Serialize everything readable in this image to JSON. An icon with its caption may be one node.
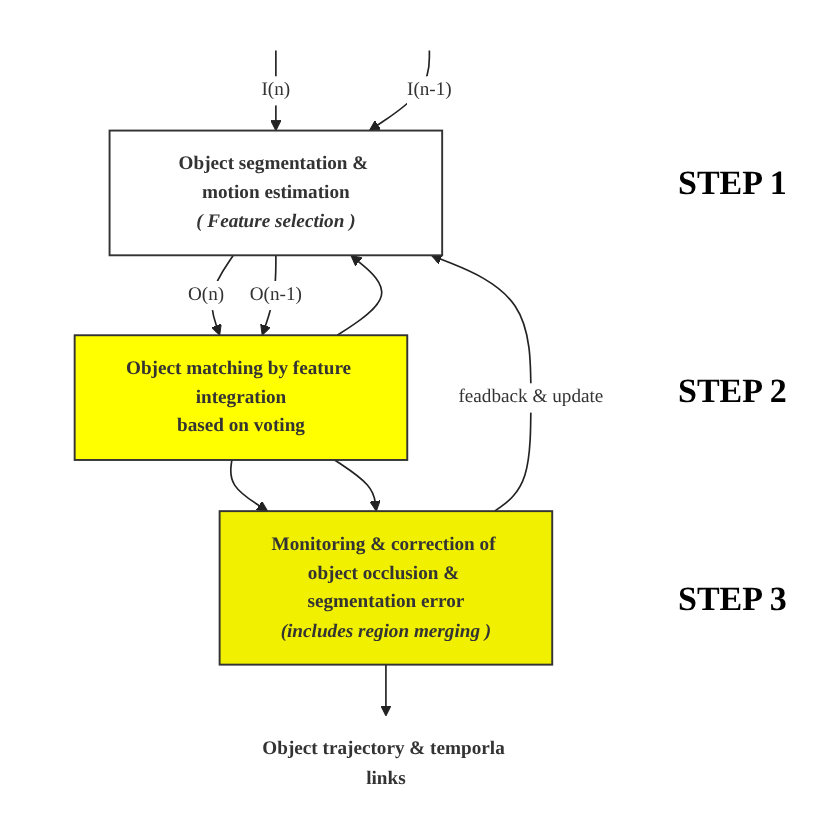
{
  "diagram": {
    "nodes": [
      {
        "text": [
          "Object segmentation & motion estimation",
          "( Feature selection )"
        ]
      },
      {
        "text": [
          "Object matching by feature integration",
          "based on voting"
        ]
      },
      {
        "text": [
          "Monitoring & correction of object occlusion & segmentation error",
          "(includes region merging )"
        ]
      },
      {
        "text": [
          "Object trajectory & temporla links"
        ]
      }
    ],
    "edges": [
      {
        "from": null,
        "to": 0,
        "arrow": "to",
        "label": "I(n)"
      },
      {
        "from": null,
        "to": 0,
        "arrow": "to",
        "label": "I(n-1)"
      },
      {
        "from": 0,
        "to": 1,
        "arrow": "to",
        "label": "O(n)"
      },
      {
        "from": 0,
        "to": 1,
        "arrow": "to",
        "label": "O(n-1)"
      },
      {
        "from": 1,
        "to": 2,
        "arrow": "to"
      },
      {
        "from": 1,
        "to": 2,
        "arrow": "to"
      },
      {
        "from": 2,
        "to": 3,
        "arrow": "to"
      },
      {
        "from": 2,
        "to": 0,
        "arrow": "to",
        "label": "feadback & update"
      },
      {
        "from": 1,
        "to": 0,
        "arrow": "to"
      }
    ],
    "labels": [
      "STEP 1",
      "STEP 2",
      "STEP 3"
    ]
  }
}
